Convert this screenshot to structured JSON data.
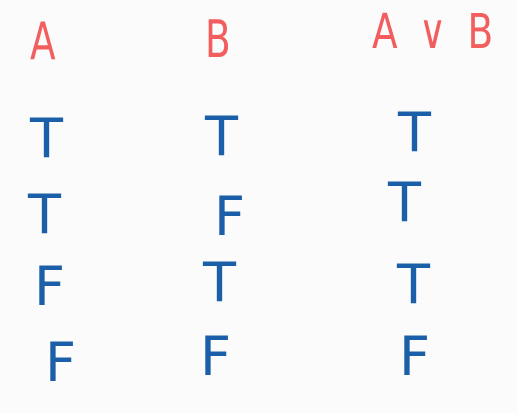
{
  "table": {
    "headers": [
      "A",
      "B",
      "A ∨ B"
    ],
    "rows": [
      [
        "T",
        "T",
        "T"
      ],
      [
        "T",
        "F",
        "T"
      ],
      [
        "F",
        "T",
        "T"
      ],
      [
        "F",
        "F",
        "F"
      ]
    ]
  },
  "colors": {
    "header": "#f25e5e",
    "values": "#1b5fa8",
    "background": "#fbfbfb"
  }
}
